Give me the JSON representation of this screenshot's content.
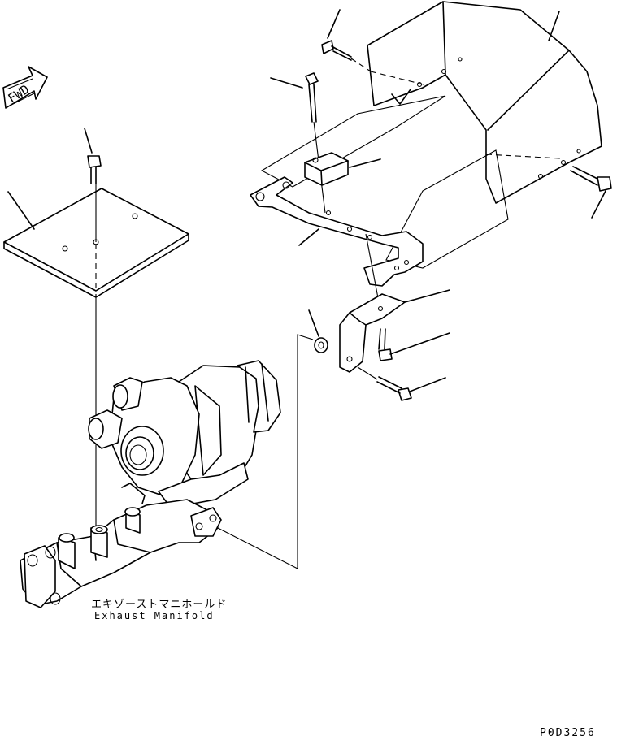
{
  "direction_marker": {
    "text": "FWD",
    "icon": "forward-arrow-icon"
  },
  "caption": {
    "japanese": "エキゾーストマニホールド",
    "english": "Exhaust Manifold"
  },
  "drawing_code": "P0D3256",
  "parts": [
    {
      "name": "heat-shield-cover",
      "icon": "cover-icon"
    },
    {
      "name": "bolt",
      "icon": "bolt-icon"
    },
    {
      "name": "long-bolt",
      "icon": "bolt-icon"
    },
    {
      "name": "spacer-block",
      "icon": "block-icon"
    },
    {
      "name": "support-bracket",
      "icon": "bracket-icon"
    },
    {
      "name": "angle-bracket",
      "icon": "bracket-icon"
    },
    {
      "name": "washer",
      "icon": "washer-icon"
    },
    {
      "name": "flat-plate",
      "icon": "plate-icon"
    },
    {
      "name": "turbocharger",
      "icon": "turbo-icon"
    },
    {
      "name": "exhaust-manifold",
      "icon": "manifold-icon"
    }
  ]
}
